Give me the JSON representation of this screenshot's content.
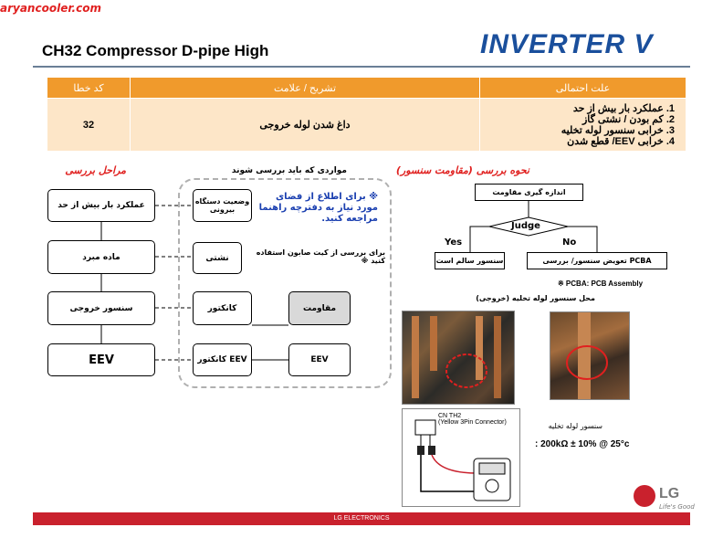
{
  "watermark": "aryancooler.com",
  "title": "CH32 Compressor D-pipe High",
  "brand_logo": "INVERTER V",
  "table": {
    "headers": {
      "code": "کد خطا",
      "desc": "تشریح / علامت",
      "cause": "علت احتمالی"
    },
    "code": "32",
    "desc": "داغ شدن لوله خروجی",
    "causes": [
      "1. عملکرد بار بیش از حد",
      "2. کم بودن / نشتی گاز",
      "3. خرابی سنسور لوله تخلیه",
      "4. خرابی EEV/ قطع شدن"
    ]
  },
  "steps_title": "مراحل بررسی",
  "check_title": "مواردی که باید بررسی شوند",
  "method_title": "نحوه بررسی (مقاومت سنسور)",
  "steps": [
    "عملکرد بار بیش از حد",
    "ماده مبرد",
    "سنسور خروجی",
    "EEV"
  ],
  "checks": [
    "وضعیت دستگاه بیرونی",
    "نشتی",
    "کانکتور",
    "کانکتور EEV"
  ],
  "extra_boxes": [
    "مقاومت",
    "EEV"
  ],
  "note_blue": "※ برای اطلاع از فضای مورد نیاز به دفترچه راهنما مراجعه کنید.",
  "note_leak": "برای بررسی از کیت صابون استفاده کنید ※",
  "flow": {
    "measure": "اندازه گیری مقاومت",
    "judge": "Judge",
    "yes": "Yes",
    "no": "No",
    "ok": "سنسور سالم است",
    "replace": "تعویض سنسور/ بررسی PCBA",
    "pcba_note": "※ PCBA: PCB Assembly"
  },
  "sensor_location": "محل سنسور لوله تخلیه (خروجی)",
  "connector_label": "CN TH2\n(Yellow 3Pin Connector)",
  "sensor_caption": "سنسور لوله تخلیه",
  "resistance_spec": ": 200kΩ ± 10% @ 25°c",
  "footer": "LG ELECTRONICS",
  "lg_brand": "LG",
  "lg_tagline": "Life's Good",
  "colors": {
    "header_orange": "#f09a2c",
    "row_peach": "#fde6c8",
    "accent_red": "#e0201f",
    "logo_blue": "#1a4f9c",
    "footer_red": "#c9212d"
  }
}
